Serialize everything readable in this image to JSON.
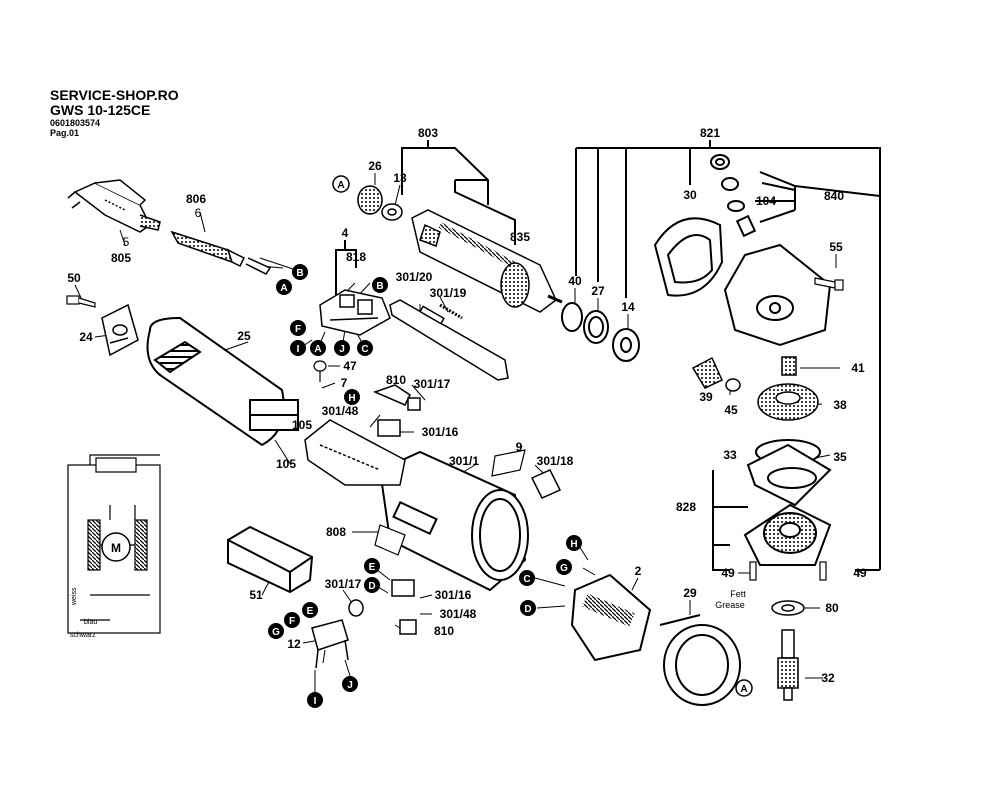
{
  "header": {
    "line1": "SERVICE-SHOP.RO",
    "line2": "GWS 10-125CE",
    "line3": "0601803574",
    "line4": "Pag.01"
  },
  "part_labels": {
    "p803": "803",
    "p821": "821",
    "p26": "26",
    "p13": "13",
    "p806": "806",
    "p6": "6",
    "p5": "5",
    "p805": "805",
    "p835": "835",
    "p30": "30",
    "p104": "104",
    "p840": "840",
    "p4": "4",
    "p818": "818",
    "p301_20": "301/20",
    "p55": "55",
    "p301_19": "301/19",
    "p40": "40",
    "p27": "27",
    "p14": "14",
    "p50": "50",
    "p24": "24",
    "p25": "25",
    "p47": "47",
    "p7": "7",
    "p810a": "810",
    "p301_17a": "301/17",
    "p41": "41",
    "p39": "39",
    "p45": "45",
    "p38": "38",
    "p301_48a": "301/48",
    "p301_16a": "301/16",
    "p105a": "105",
    "p105b": "105",
    "p9": "9",
    "p33": "33",
    "p35": "35",
    "p301_1": "301/1",
    "p301_18": "301/18",
    "p828": "828",
    "p808": "808",
    "p2": "2",
    "p49a": "49",
    "p49b": "49",
    "p51": "51",
    "p301_17b": "301/17",
    "p301_16b": "301/16",
    "p301_48b": "301/48",
    "p810b": "810",
    "p29": "29",
    "p80": "80",
    "p12": "12",
    "p32": "32"
  },
  "notes": {
    "fett": "Fett",
    "grease": "Grease"
  },
  "wiring": {
    "motor": "M",
    "w1": "weiss",
    "w2": "blau",
    "w3": "schwarz"
  },
  "connectors": [
    "A",
    "B",
    "C",
    "D",
    "E",
    "F",
    "G",
    "H",
    "I",
    "J"
  ]
}
